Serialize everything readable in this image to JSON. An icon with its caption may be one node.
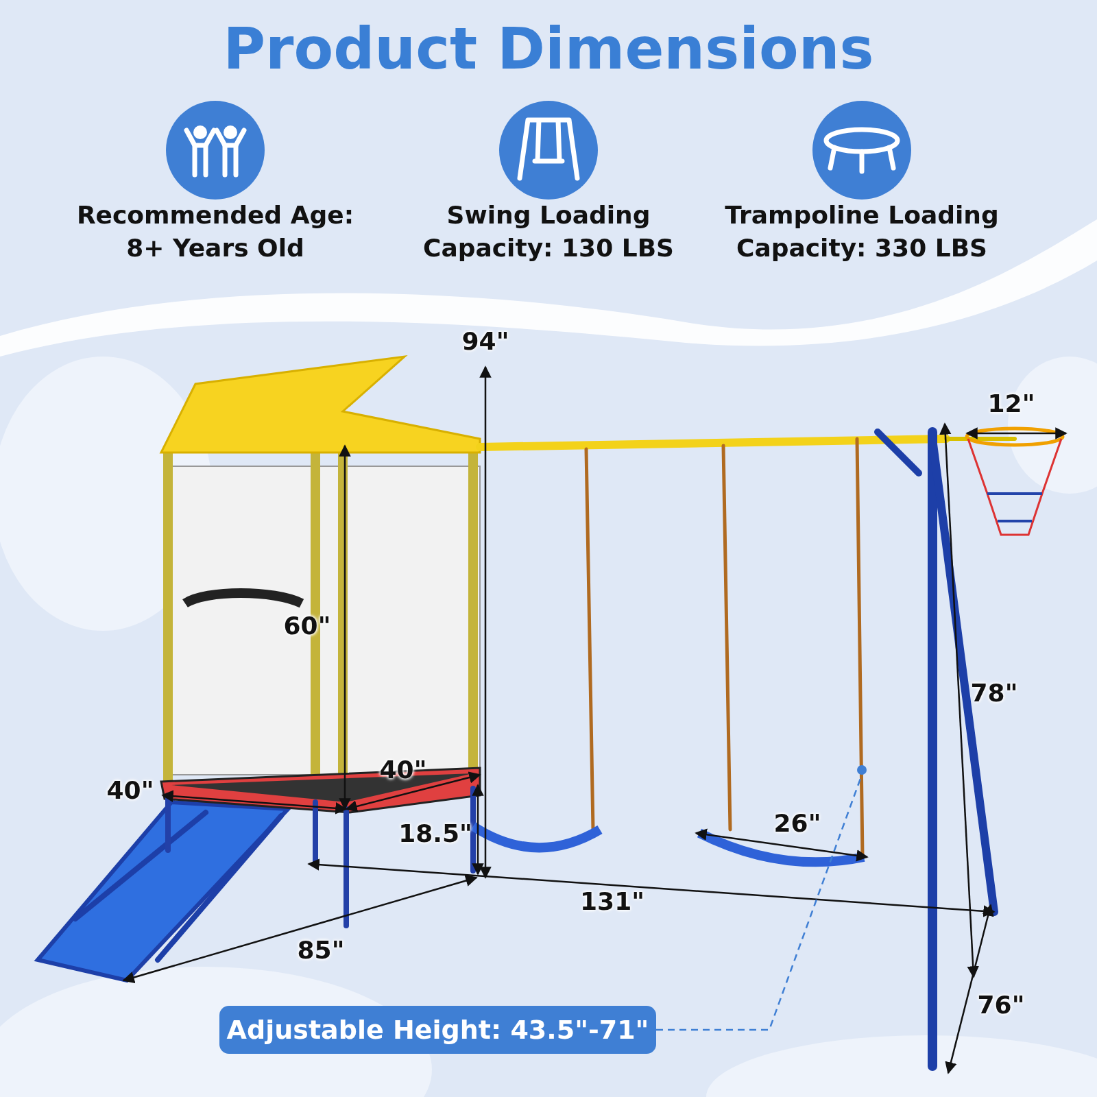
{
  "diagram": {
    "title": "Product Dimensions",
    "nodes": [
      {
        "text": [
          "Adjustable Height: 43.5\"-71\""
        ]
      },
      {
        "text": [],
        "shape": "circle"
      }
    ],
    "edges": [
      {
        "from": 0,
        "to": 1,
        "arrow": "none",
        "style": "dashed"
      }
    ],
    "labels": [
      "Recommended Age: 8+ Years Old",
      "Swing Loading Capacity: 130 LBS",
      "Trampoline Loading Capacity: 330 LBS",
      "94\"",
      "12\"",
      "60\"",
      "78\"",
      "40\"",
      "40\"",
      "18.5\"",
      "26\"",
      "131\"",
      "85\"",
      "76\""
    ]
  }
}
